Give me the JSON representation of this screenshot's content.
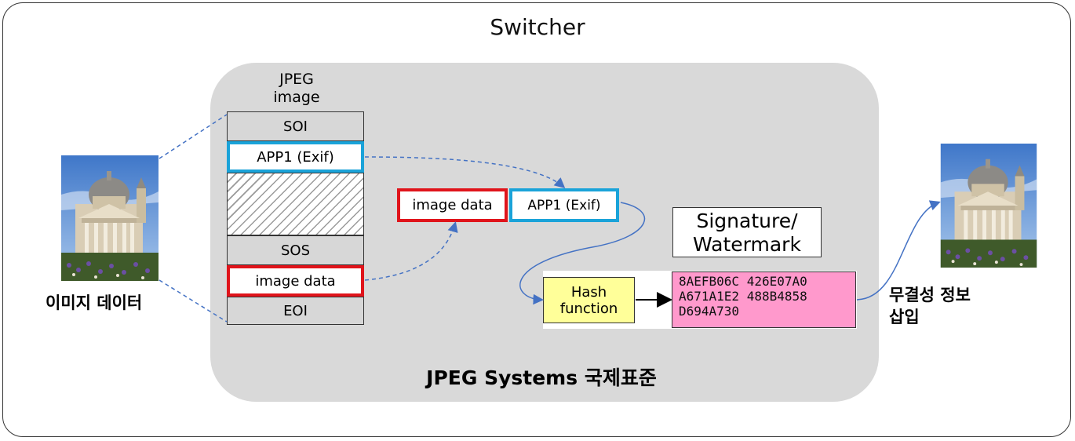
{
  "title": "Switcher",
  "jpeg_label": [
    "JPEG",
    "image"
  ],
  "segments": {
    "soi": "SOI",
    "app1": "APP1 (Exif)",
    "sos": "SOS",
    "image_data": "image data",
    "eoi": "EOI"
  },
  "extracted": {
    "image_data": "image data",
    "app1": "APP1 (Exif)"
  },
  "signature": [
    "Signature/",
    "Watermark"
  ],
  "hash_function": [
    "Hash",
    "function"
  ],
  "hash_value": [
    "8AEFB06C 426E07A0",
    "A671A1E2 488B4858",
    "D694A730"
  ],
  "input_label": "이미지 데이터",
  "output_label": [
    "무결성 정보",
    "삽입"
  ],
  "standard_label": "JPEG Systems 국제표준",
  "colors": {
    "panel": "#d9d9d9",
    "blue_border": "#1aa3d9",
    "red_border": "#e0141b",
    "hash_box": "#ffff99",
    "hex_box": "#ff99cc",
    "arrow": "#4472c4"
  },
  "icons": [
    "cathedral-photo"
  ]
}
